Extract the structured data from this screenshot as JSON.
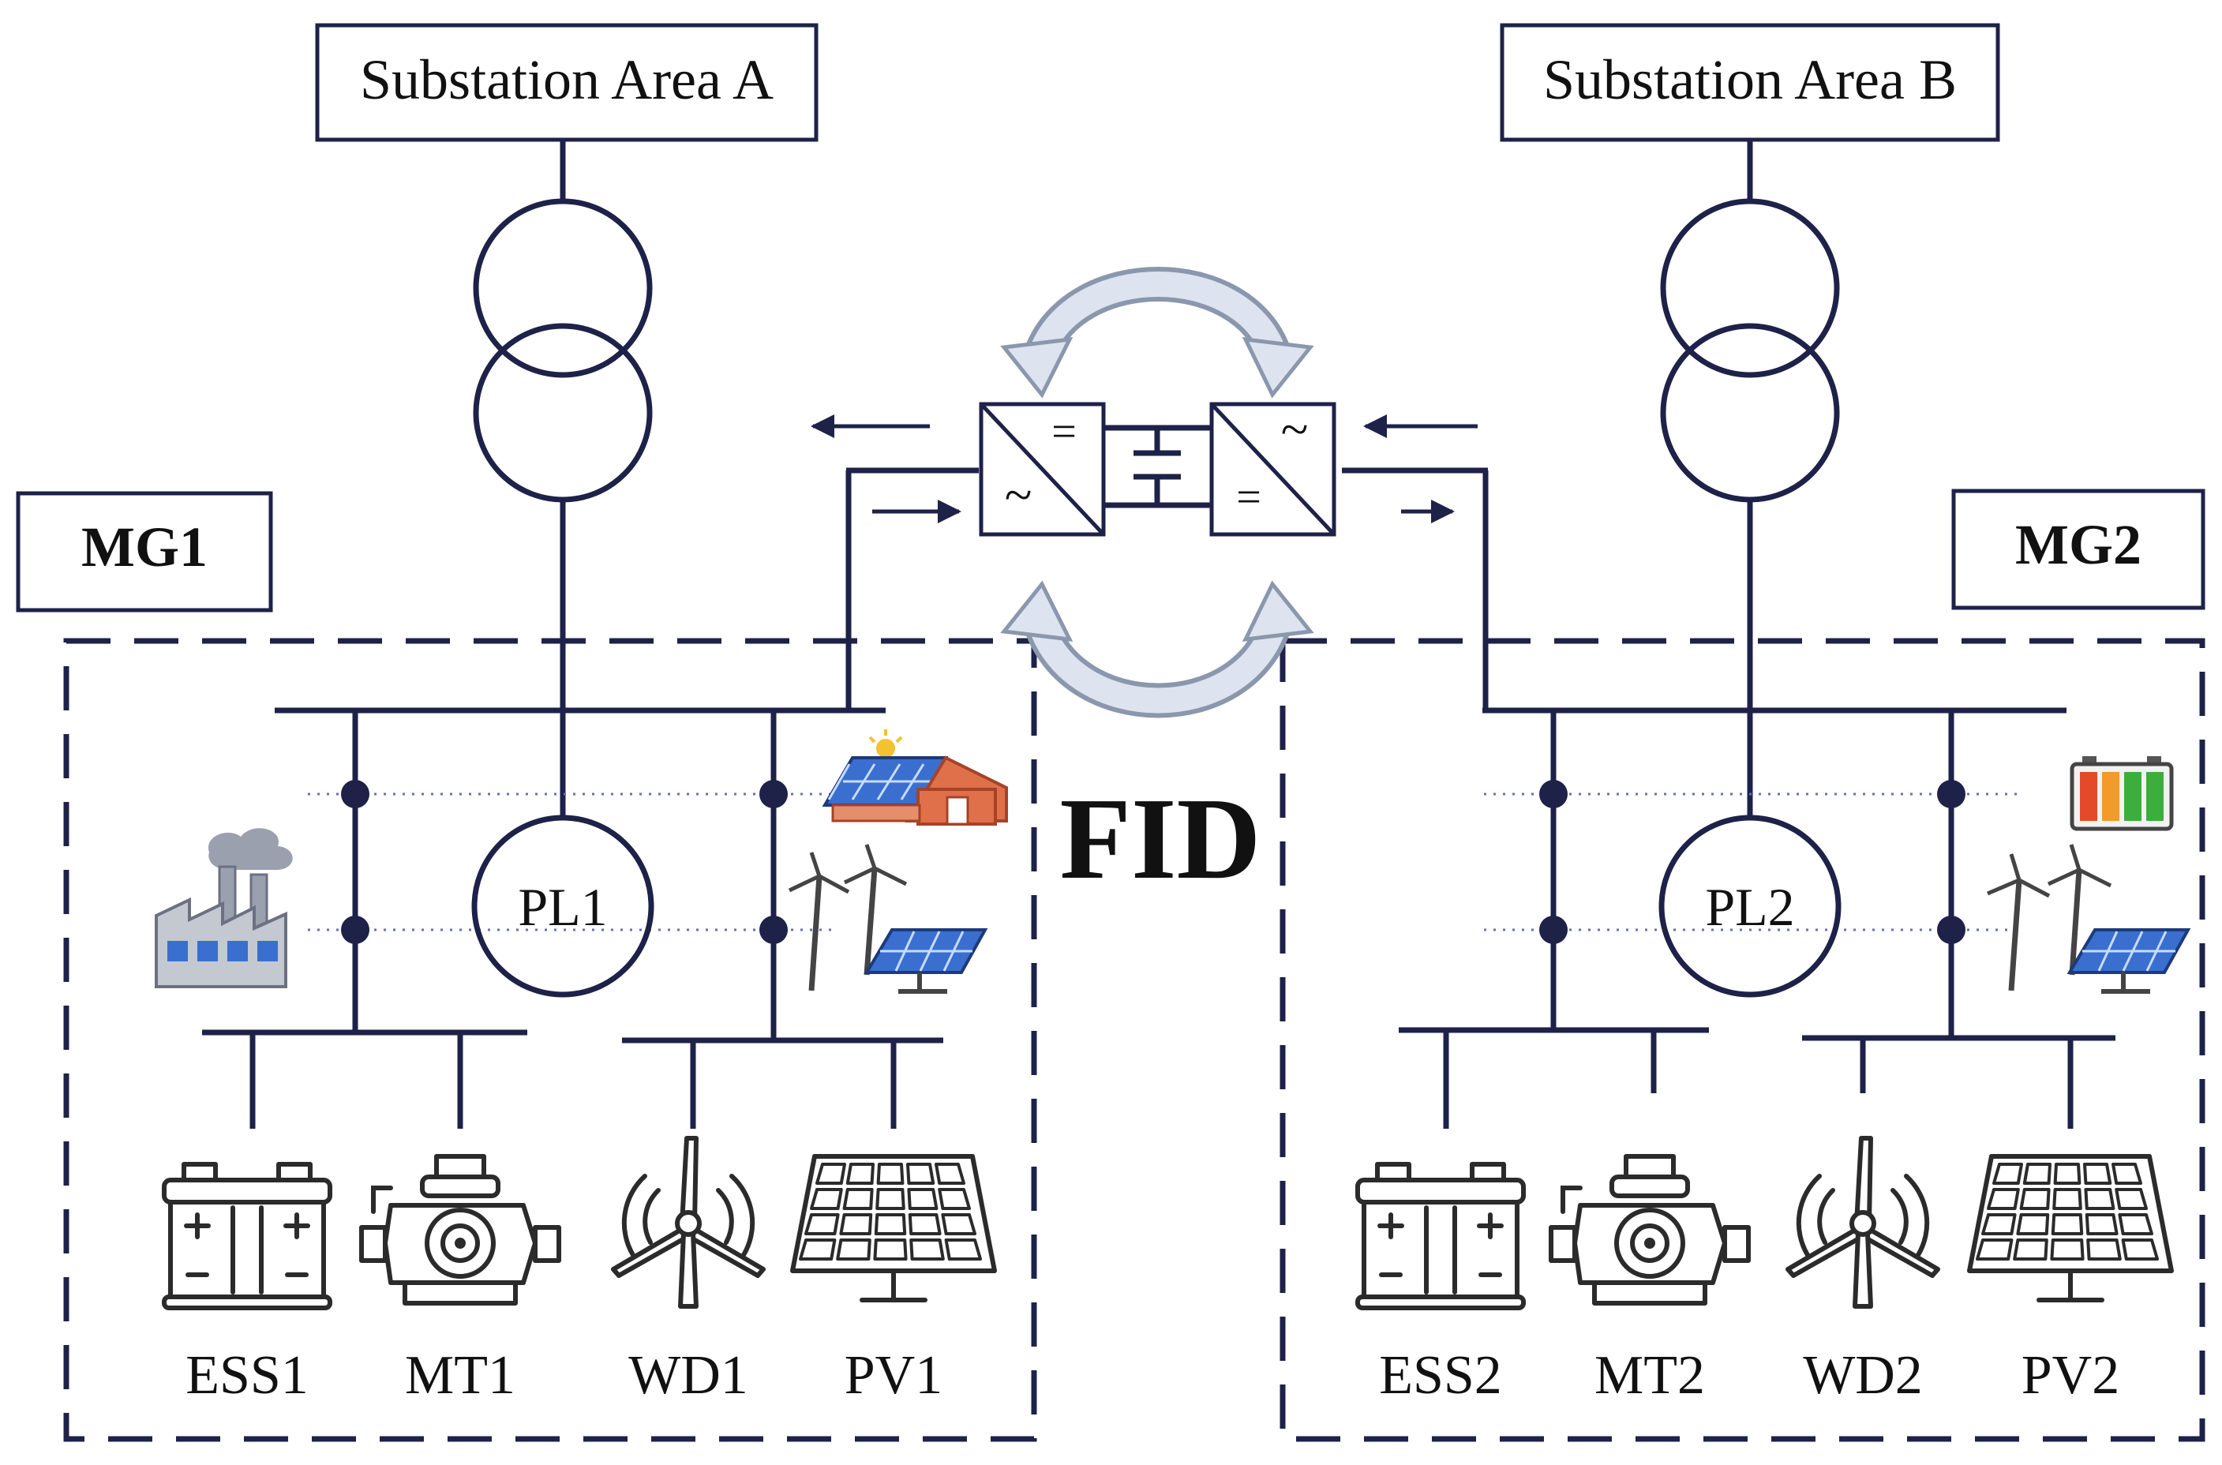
{
  "substations": {
    "a": "Substation Area A",
    "b": "Substation Area B"
  },
  "microgrids": {
    "mg1": "MG1",
    "mg2": "MG2"
  },
  "center_label": "FID",
  "loads": {
    "pl1": "PL1",
    "pl2": "PL2"
  },
  "devices_mg1": [
    "ESS1",
    "MT1",
    "WD1",
    "PV1"
  ],
  "devices_mg2": [
    "ESS2",
    "MT2",
    "WD2",
    "PV2"
  ],
  "converter_symbols": {
    "ac": "~",
    "dc": "="
  },
  "colors": {
    "line": "#1e2148",
    "arrow_fill": "#dde4ef",
    "arrow_stroke": "#8a97ad",
    "panel_blue": "#3a6fd0",
    "roof_orange": "#e0704a",
    "factory_gray": "#9aa0ad",
    "battery_red": "#e34a2a",
    "battery_green": "#3cae3c"
  }
}
